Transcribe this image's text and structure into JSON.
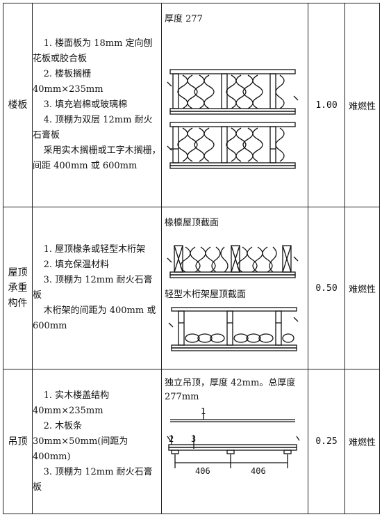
{
  "rows": [
    {
      "category_lines": [
        "楼板"
      ],
      "desc": [
        "1. 楼面板为 18mm 定向刨花板或胶合板",
        "2. 楼板搁栅 40mm×235mm",
        "3. 填充岩棉或玻璃棉",
        "4. 顶棚为双层 12mm 耐火石膏板",
        "采用实木搁栅或工字木搁栅，间距 400mm 或 600mm"
      ],
      "fig_titles": [
        "厚度 277"
      ],
      "rating": "1.00",
      "fire": "难燃性"
    },
    {
      "category_lines": [
        "屋顶",
        "承重",
        "构件"
      ],
      "desc": [
        "1. 屋顶椽条或轻型木桁架",
        "2. 填充保温材料",
        "3. 顶棚为 12mm 耐火石膏板",
        "木桁架的间距为 400mm 或 600mm"
      ],
      "fig_titles": [
        "椽檩屋顶截面",
        "轻型木桁架屋顶截面"
      ],
      "rating": "0.50",
      "fire": "难燃性"
    },
    {
      "category_lines": [
        "吊顶"
      ],
      "desc": [
        "1. 实木楼盖结构 40mm×235mm",
        "2. 木板条 30mm×50mm(间距为 400mm)",
        "3. 顶棚为 12mm 耐火石膏板"
      ],
      "fig_titles": [
        "独立吊顶，厚度 42mm。总厚度 277mm"
      ],
      "fig_labels": [
        "1",
        "2",
        "3"
      ],
      "dims": [
        "406",
        "406"
      ],
      "rating": "0.25",
      "fire": "难燃性"
    }
  ]
}
